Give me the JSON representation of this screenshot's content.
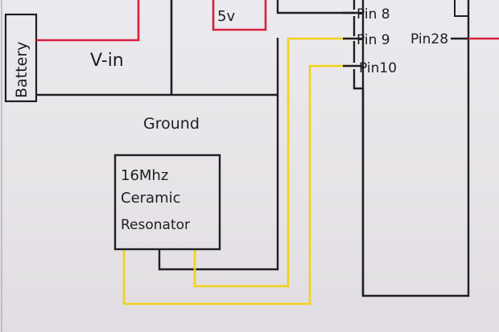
{
  "labels": {
    "battery": "Battery",
    "vin": "V-in",
    "ground": "Ground",
    "five_v": "5v",
    "resonator_line1": "16Mhz",
    "resonator_line2": "Ceramic",
    "resonator_line3": "Resonator",
    "pin8": "Pin 8",
    "pin9": "Pin 9",
    "pin10": "Pin10",
    "pin28": "Pin28"
  },
  "colors": {
    "black_wire": "#1f1f22",
    "red_wire": "#d8203f",
    "yellow_wire": "#f0d21c",
    "paper": "#e9e6ea"
  }
}
